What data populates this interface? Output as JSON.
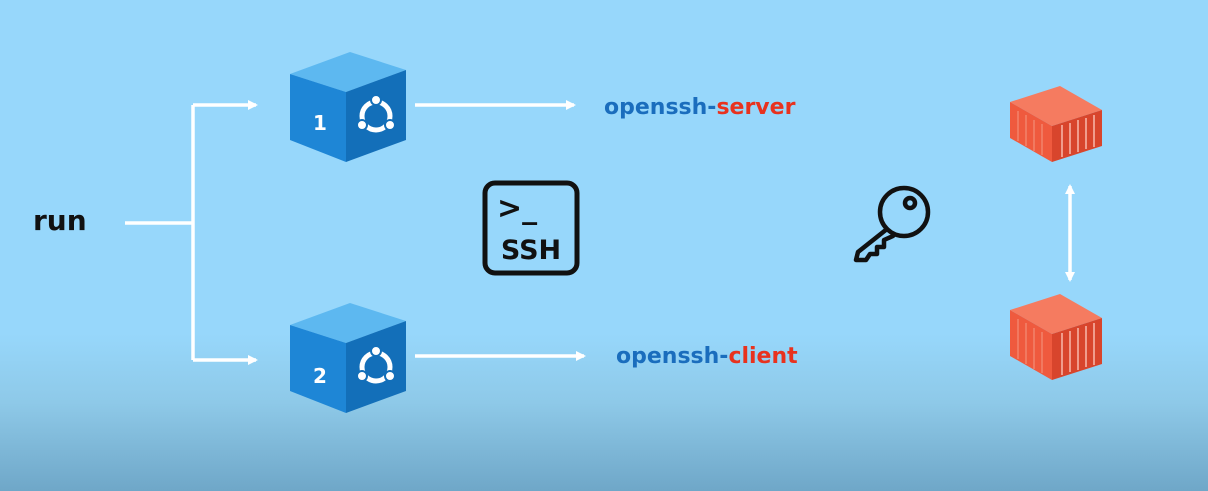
{
  "start_label": "run",
  "nodes": [
    {
      "id": "1",
      "label_main": "openssh-",
      "label_accent": "server"
    },
    {
      "id": "2",
      "label_main": "openssh-",
      "label_accent": "client"
    }
  ],
  "terminal": {
    "prompt": ">_",
    "text": "SSH"
  },
  "icons": [
    "ubuntu-icon",
    "terminal-ssh-icon",
    "key-icon",
    "shipping-container-icon",
    "double-arrow-icon"
  ],
  "colors": {
    "background": "#97d7fb",
    "cube_front": "#1e86d6",
    "cube_top": "#5db8f0",
    "cube_side": "#136fb9",
    "label_blue": "#1a6dbd",
    "label_red": "#e8321e",
    "container": "#ef5a3e",
    "line": "#ffffff"
  }
}
